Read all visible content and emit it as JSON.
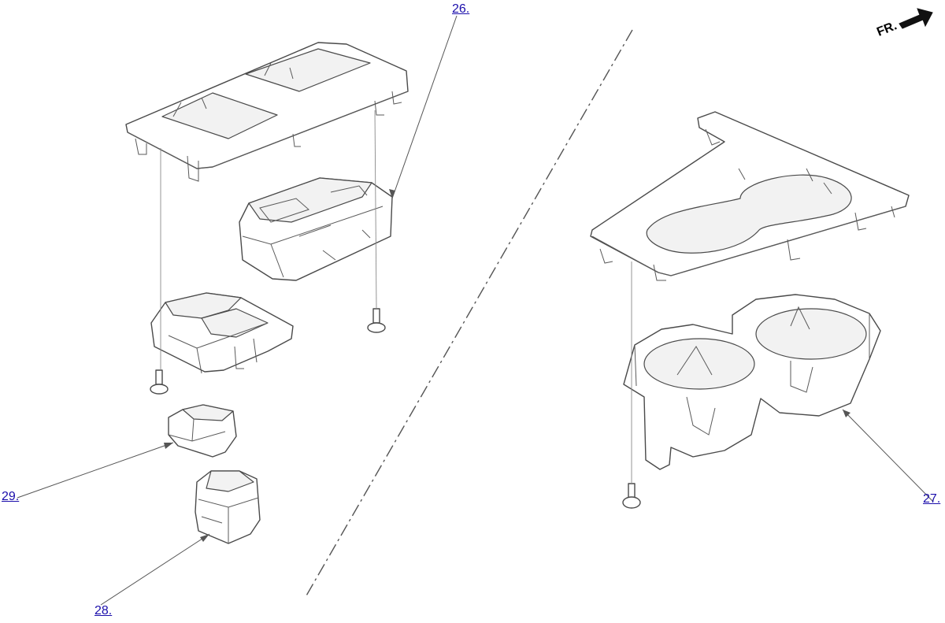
{
  "direction_indicator": {
    "label": "FR.",
    "icon": "arrow-right-icon"
  },
  "callouts": {
    "c26": "26.",
    "c27": "27.",
    "c28": "28.",
    "c29": "29."
  },
  "colors": {
    "line": "#4a4a4a",
    "link": "#1a0dab",
    "background": "#ffffff"
  }
}
